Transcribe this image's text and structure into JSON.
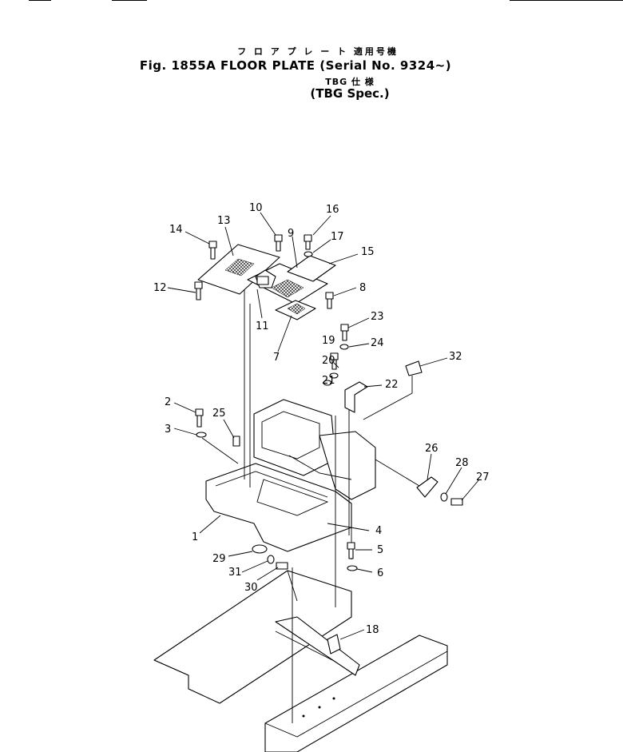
{
  "title": {
    "japanese": "フ ロ ア プ レ ー ト 適用号機",
    "main": "Fig. 1855A  FLOOR  PLATE (Serial  No.  9324~)",
    "spec_japanese": "TBG 仕 様",
    "spec": "(TBG  Spec.)"
  },
  "callouts": [
    "1",
    "2",
    "3",
    "4",
    "5",
    "6",
    "7",
    "8",
    "9",
    "10",
    "11",
    "12",
    "13",
    "14",
    "15",
    "16",
    "17",
    "18",
    "19",
    "20",
    "21",
    "22",
    "23",
    "24",
    "25",
    "26",
    "27",
    "28",
    "29",
    "30",
    "31",
    "32"
  ],
  "colors": {
    "ink": "#000000",
    "paper": "#ffffff"
  }
}
